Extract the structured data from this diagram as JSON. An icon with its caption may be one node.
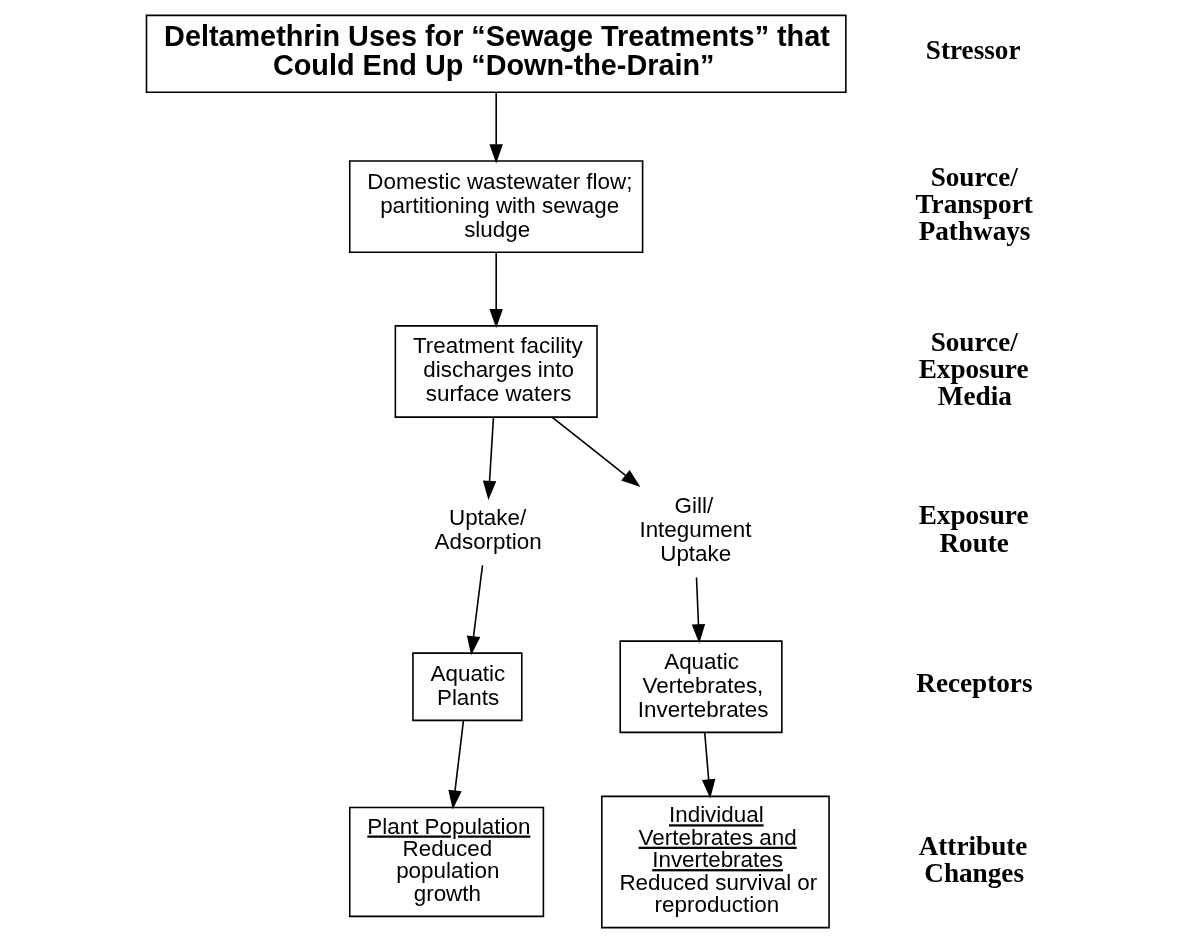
{
  "diagram": {
    "nodes": [
      {
        "text": [
          "Deltamethrin Uses for “Sewage Treatments” that Could End Up “Down-the-Drain”"
        ]
      },
      {
        "text": [
          "Domestic wastewater flow; partitioning with sewage sludge"
        ]
      },
      {
        "text": [
          "Treatment facility discharges into surface waters"
        ]
      },
      {
        "text": [
          "Uptake/ Adsorption"
        ]
      },
      {
        "text": [
          "Gill/ Integument Uptake"
        ]
      },
      {
        "text": [
          "Aquatic Plants"
        ]
      },
      {
        "text": [
          "Aquatic Vertebrates, Invertebrates"
        ]
      },
      {
        "text": [
          "Plant Population",
          "Reduced population growth"
        ]
      },
      {
        "text": [
          "Individual Vertebrates and Invertebrates",
          "Reduced survival or reproduction"
        ]
      }
    ],
    "edges": [
      {
        "from": 0,
        "to": 1,
        "arrow": "to"
      },
      {
        "from": 1,
        "to": 2,
        "arrow": "to"
      },
      {
        "from": 2,
        "to": 3,
        "arrow": "to"
      },
      {
        "from": 2,
        "to": 4,
        "arrow": "to"
      },
      {
        "from": 3,
        "to": 5,
        "arrow": "to"
      },
      {
        "from": 4,
        "to": 6,
        "arrow": "to"
      },
      {
        "from": 5,
        "to": 7,
        "arrow": "to"
      },
      {
        "from": 6,
        "to": 8,
        "arrow": "to"
      }
    ],
    "labels": [
      "Stressor",
      "Source/ Transport Pathways",
      "Source/ Exposure Media",
      "Exposure Route",
      "Receptors",
      "Attribute Changes"
    ]
  }
}
